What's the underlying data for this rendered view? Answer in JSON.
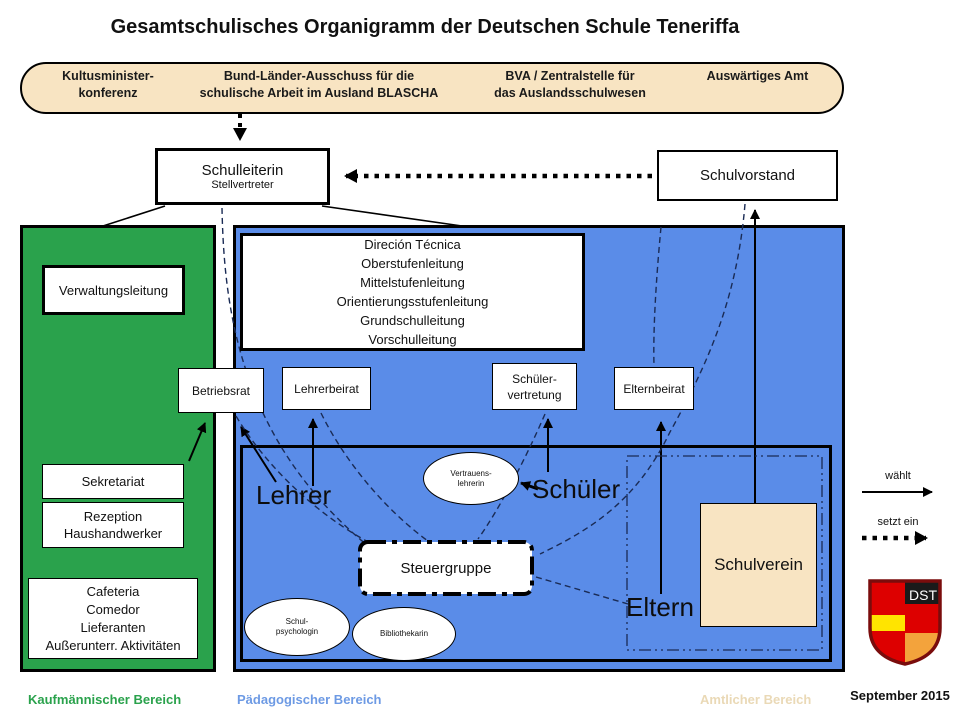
{
  "title": "Gesamtschulisches Organigramm der Deutschen Schule Teneriffa",
  "date": "September 2015",
  "colors": {
    "green_area": "#2aa24c",
    "blue_area": "#5a8ce8",
    "beige": "#f8e4c2",
    "shield_red": "#dd0000",
    "shield_yellow": "#ffe400",
    "shield_orange": "#f3a33c",
    "shield_black": "#1a1a1a"
  },
  "top_bar": {
    "item1": "Kultusminister-\nkonferenz",
    "item2": "Bund-Länder-Ausschuss für die\nschulische Arbeit im Ausland BLASCHA",
    "item3": "BVA / Zentralstelle für\ndas Auslandsschulwesen",
    "item4": "Auswärtiges Amt"
  },
  "boxes": {
    "schulleiterin_title": "Schulleiterin",
    "schulleiterin_sub": "Stellvertreter",
    "schulvorstand": "Schulvorstand",
    "verwaltungsleitung": "Verwaltungsleitung",
    "sekretariat": "Sekretariat",
    "rezeption": "Rezeption\nHaushandwerker",
    "cafeteria": "Cafeteria\nComedor\nLieferanten\nAußerunterr. Aktivitäten",
    "direccion": "Direción Técnica\nOberstufenleitung\nMittelstufenleitung\nOrientierungsstufenleitung\nGrundschulleitung\nVorschulleitung",
    "betriebsrat": "Betriebsrat",
    "lehrerbeirat": "Lehrerbeirat",
    "schuelervertretung": "Schüler-\nvertretung",
    "elternbeirat": "Elternbeirat",
    "vertrauenslehrerin": "Vertrauens-\nlehrerin",
    "steuergruppe": "Steuergruppe",
    "schulpsychologin": "Schul-\npsychologin",
    "bibliothekarin": "Bibliothekarin",
    "schulverein": "Schulverein"
  },
  "group_labels": {
    "lehrer": "Lehrer",
    "schueler": "Schüler",
    "eltern": "Eltern"
  },
  "legend": {
    "waehlt": "wählt",
    "setzt_ein": "setzt ein"
  },
  "logo_text": "DST",
  "footer": {
    "kaufmaennisch": "Kaufmännischer Bereich",
    "paedagogisch": "Pädagogischer Bereich",
    "amtlich": "Amtlicher Bereich"
  }
}
